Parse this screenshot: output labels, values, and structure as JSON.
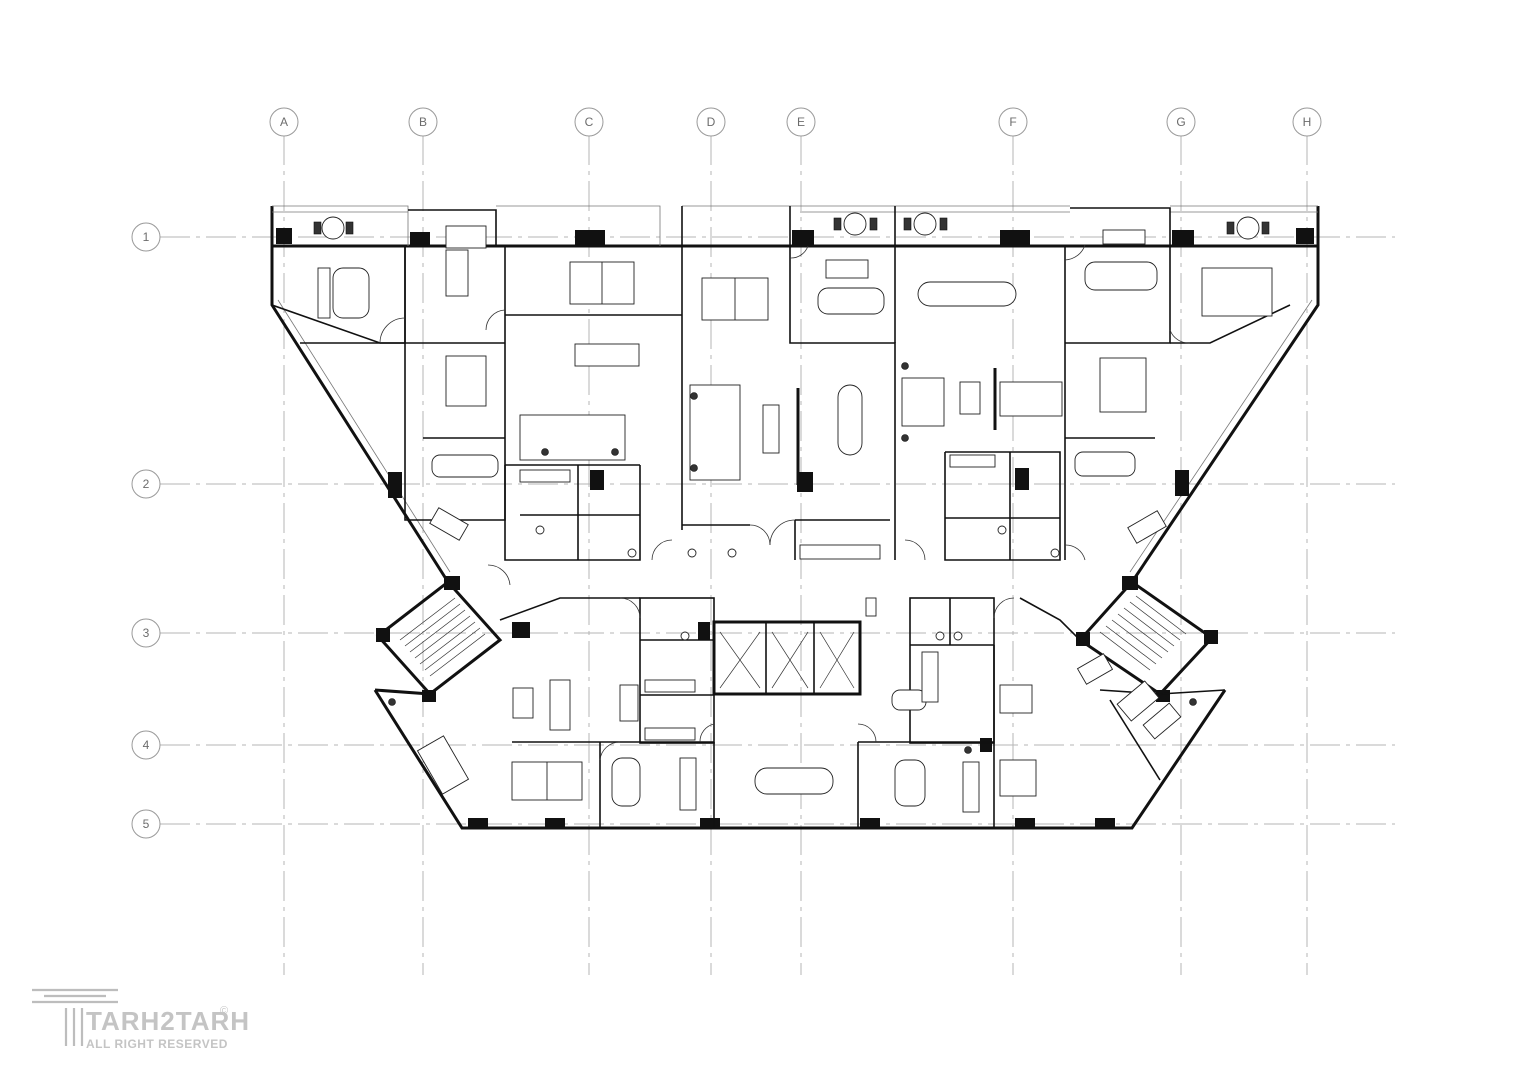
{
  "grid": {
    "columns": [
      "A",
      "B",
      "C",
      "D",
      "E",
      "F",
      "G",
      "H"
    ],
    "rows": [
      "1",
      "2",
      "3",
      "4",
      "5"
    ]
  },
  "watermark": {
    "brand": "TARH2TARH",
    "tagline": "ALL RIGHT RESERVED",
    "copyright": "©"
  },
  "colors": {
    "wall": "#111111",
    "gridline": "#b5b5b5",
    "bubble_text": "#6c6c6c",
    "watermark": "#c4c4c4"
  }
}
